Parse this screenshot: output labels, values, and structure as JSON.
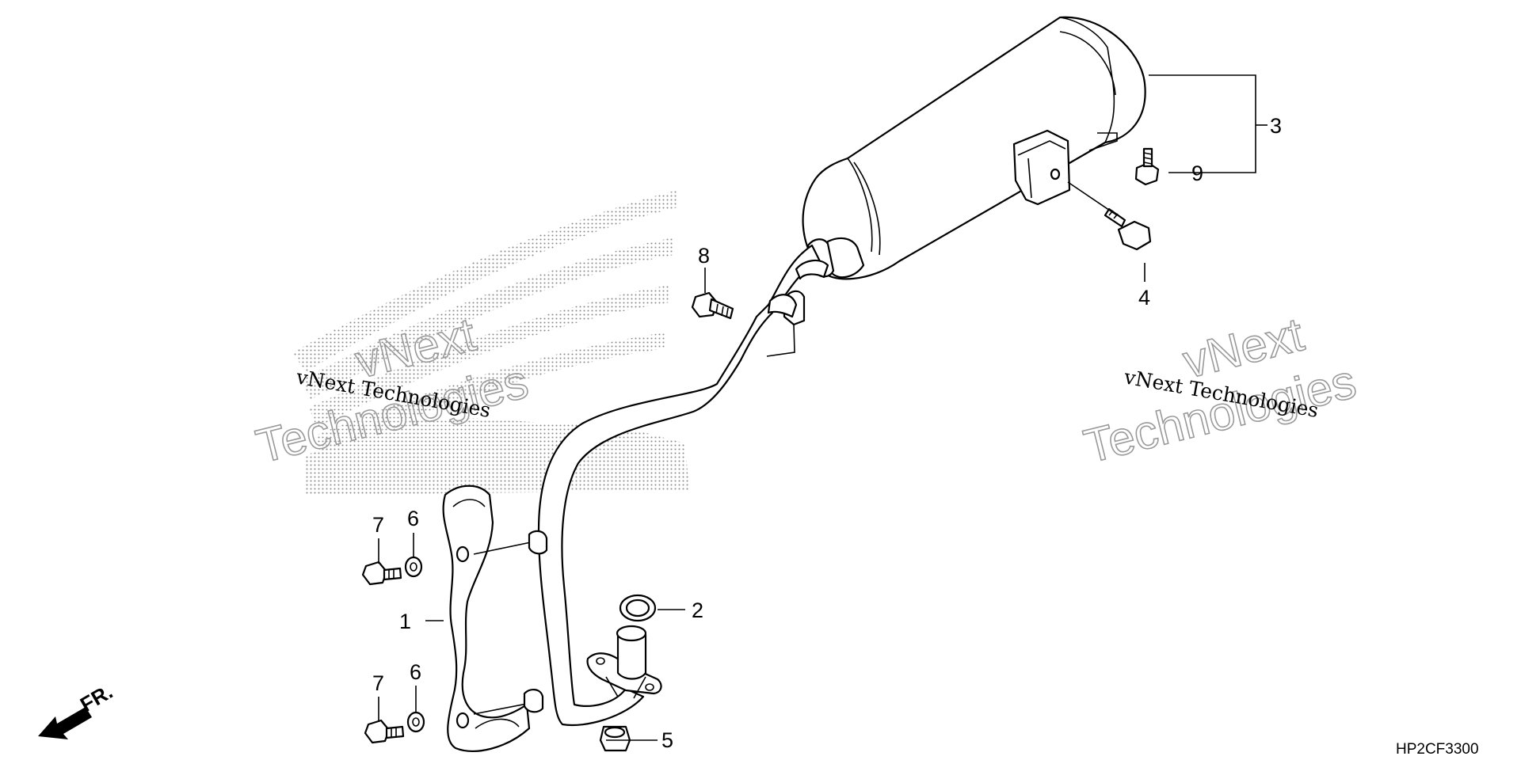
{
  "diagram": {
    "parts": [
      {
        "ref": "1",
        "label": "1"
      },
      {
        "ref": "2",
        "label": "2"
      },
      {
        "ref": "3",
        "label": "3"
      },
      {
        "ref": "4",
        "label": "4"
      },
      {
        "ref": "5",
        "label": "5"
      },
      {
        "ref": "6a",
        "label": "6"
      },
      {
        "ref": "6b",
        "label": "6"
      },
      {
        "ref": "7a",
        "label": "7"
      },
      {
        "ref": "7b",
        "label": "7"
      },
      {
        "ref": "8",
        "label": "8"
      },
      {
        "ref": "9",
        "label": "9"
      }
    ],
    "direction_label": "FR.",
    "diagram_code": "HP2CF3300"
  },
  "watermarks": {
    "left_small": "vNext Technologies",
    "left_big_line1": "vNext",
    "left_big_line2": "Technologies",
    "right_small": "vNext Technologies",
    "right_big_line1": "vNext",
    "right_big_line2": "Technologies"
  }
}
